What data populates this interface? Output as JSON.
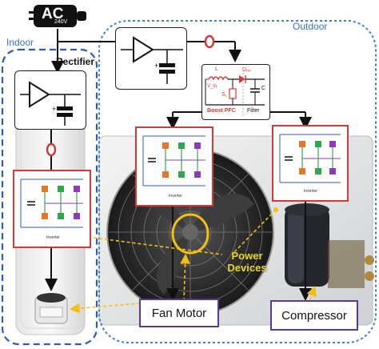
{
  "ac_plug": {
    "main": "AC",
    "sub": "240V"
  },
  "regions": {
    "indoor": "Indoor",
    "outdoor": "Outdoor"
  },
  "labels": {
    "rectifier": "Rectifier",
    "power_devices_line1": "Power",
    "power_devices_line2": "Devices",
    "fan_motor": "Fan Motor",
    "compressor": "Compressor"
  },
  "pfc": {
    "inductor": "L",
    "diode": "Dₚₚ",
    "switch": "S₁",
    "capacitor": "C",
    "input": "V_in",
    "boost_label": "Boost PFC",
    "filter_label": "Filter"
  },
  "inverter_label": "Inverter",
  "colors": {
    "indoor_border": "#2a5cb8",
    "outdoor_border": "#3f7fc4",
    "highlight_red": "#d23a3a",
    "callout_box": "#5b3a8e",
    "power_devices_text": "#e8d820",
    "arrow_yellow": "#f2c014"
  }
}
